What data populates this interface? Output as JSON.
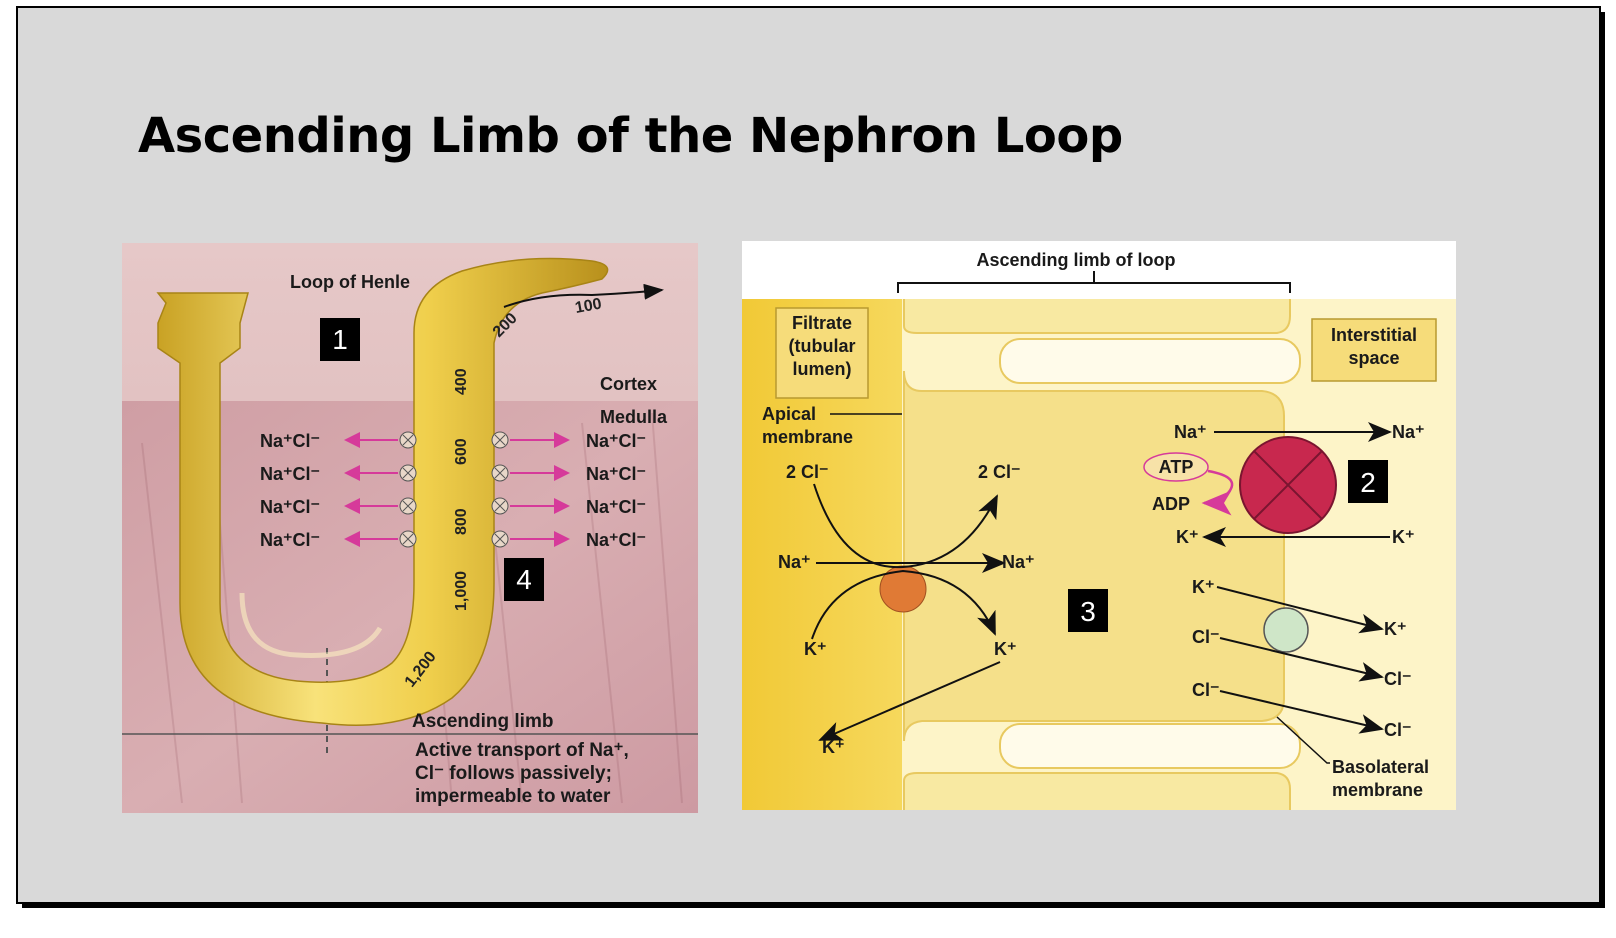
{
  "slide": {
    "title": "Ascending Limb of the Nephron Loop"
  },
  "left_diagram": {
    "heading": "Loop of Henle",
    "region_top": "Cortex",
    "region_bottom": "Medulla",
    "osmolarity_ticks": [
      "100",
      "200",
      "400",
      "600",
      "800",
      "1,000",
      "1,200"
    ],
    "ion_label": "Na⁺Cℓ⁻",
    "ion_left": [
      "Na⁺Cl⁻",
      "Na⁺Cl⁻",
      "Na⁺Cl⁻",
      "Na⁺Cl⁻"
    ],
    "ion_right": [
      "Na⁺Cl⁻",
      "Na⁺Cl⁻",
      "Na⁺Cl⁻",
      "Na⁺Cl⁻"
    ],
    "caption_title": "Ascending limb",
    "caption_lines": [
      "Active transport of Na⁺,",
      "Cl⁻ follows passively;",
      "impermeable to water"
    ],
    "markers": [
      "1",
      "4"
    ]
  },
  "right_diagram": {
    "heading": "Ascending limb of loop",
    "filtrate_label": [
      "Filtrate",
      "(tubular",
      "lumen)"
    ],
    "interstitial_label": [
      "Interstitial",
      "space"
    ],
    "apical_label": [
      "Apical",
      "membrane"
    ],
    "basolateral_label": [
      "Basolateral",
      "membrane"
    ],
    "cotransporter": {
      "in_left": "2 Cl⁻",
      "in_right": "2 Cl⁻",
      "na_left": "Na⁺",
      "na_right": "Na⁺",
      "k_left": "K⁺",
      "k_right": "K⁺",
      "k_out": "K⁺"
    },
    "pump": {
      "na_in": "Na⁺",
      "na_out": "Na⁺",
      "atp": "ATP",
      "adp": "ADP",
      "k_in": "K⁺",
      "k_out": "K⁺"
    },
    "channel": {
      "k_in": "K⁺",
      "k_out": "K⁺",
      "cl1_in": "Cl⁻",
      "cl1_out": "Cl⁻",
      "cl2_in": "Cl⁻",
      "cl2_out": "Cl⁻"
    },
    "markers": [
      "2",
      "3"
    ]
  },
  "colors": {
    "arrow_pink": "#d63a9a",
    "pump_red": "#c8284e",
    "cotransporter_orange": "#e07a35",
    "channel_green": "#cfe6c8",
    "label_box": "#f6dc7a"
  }
}
